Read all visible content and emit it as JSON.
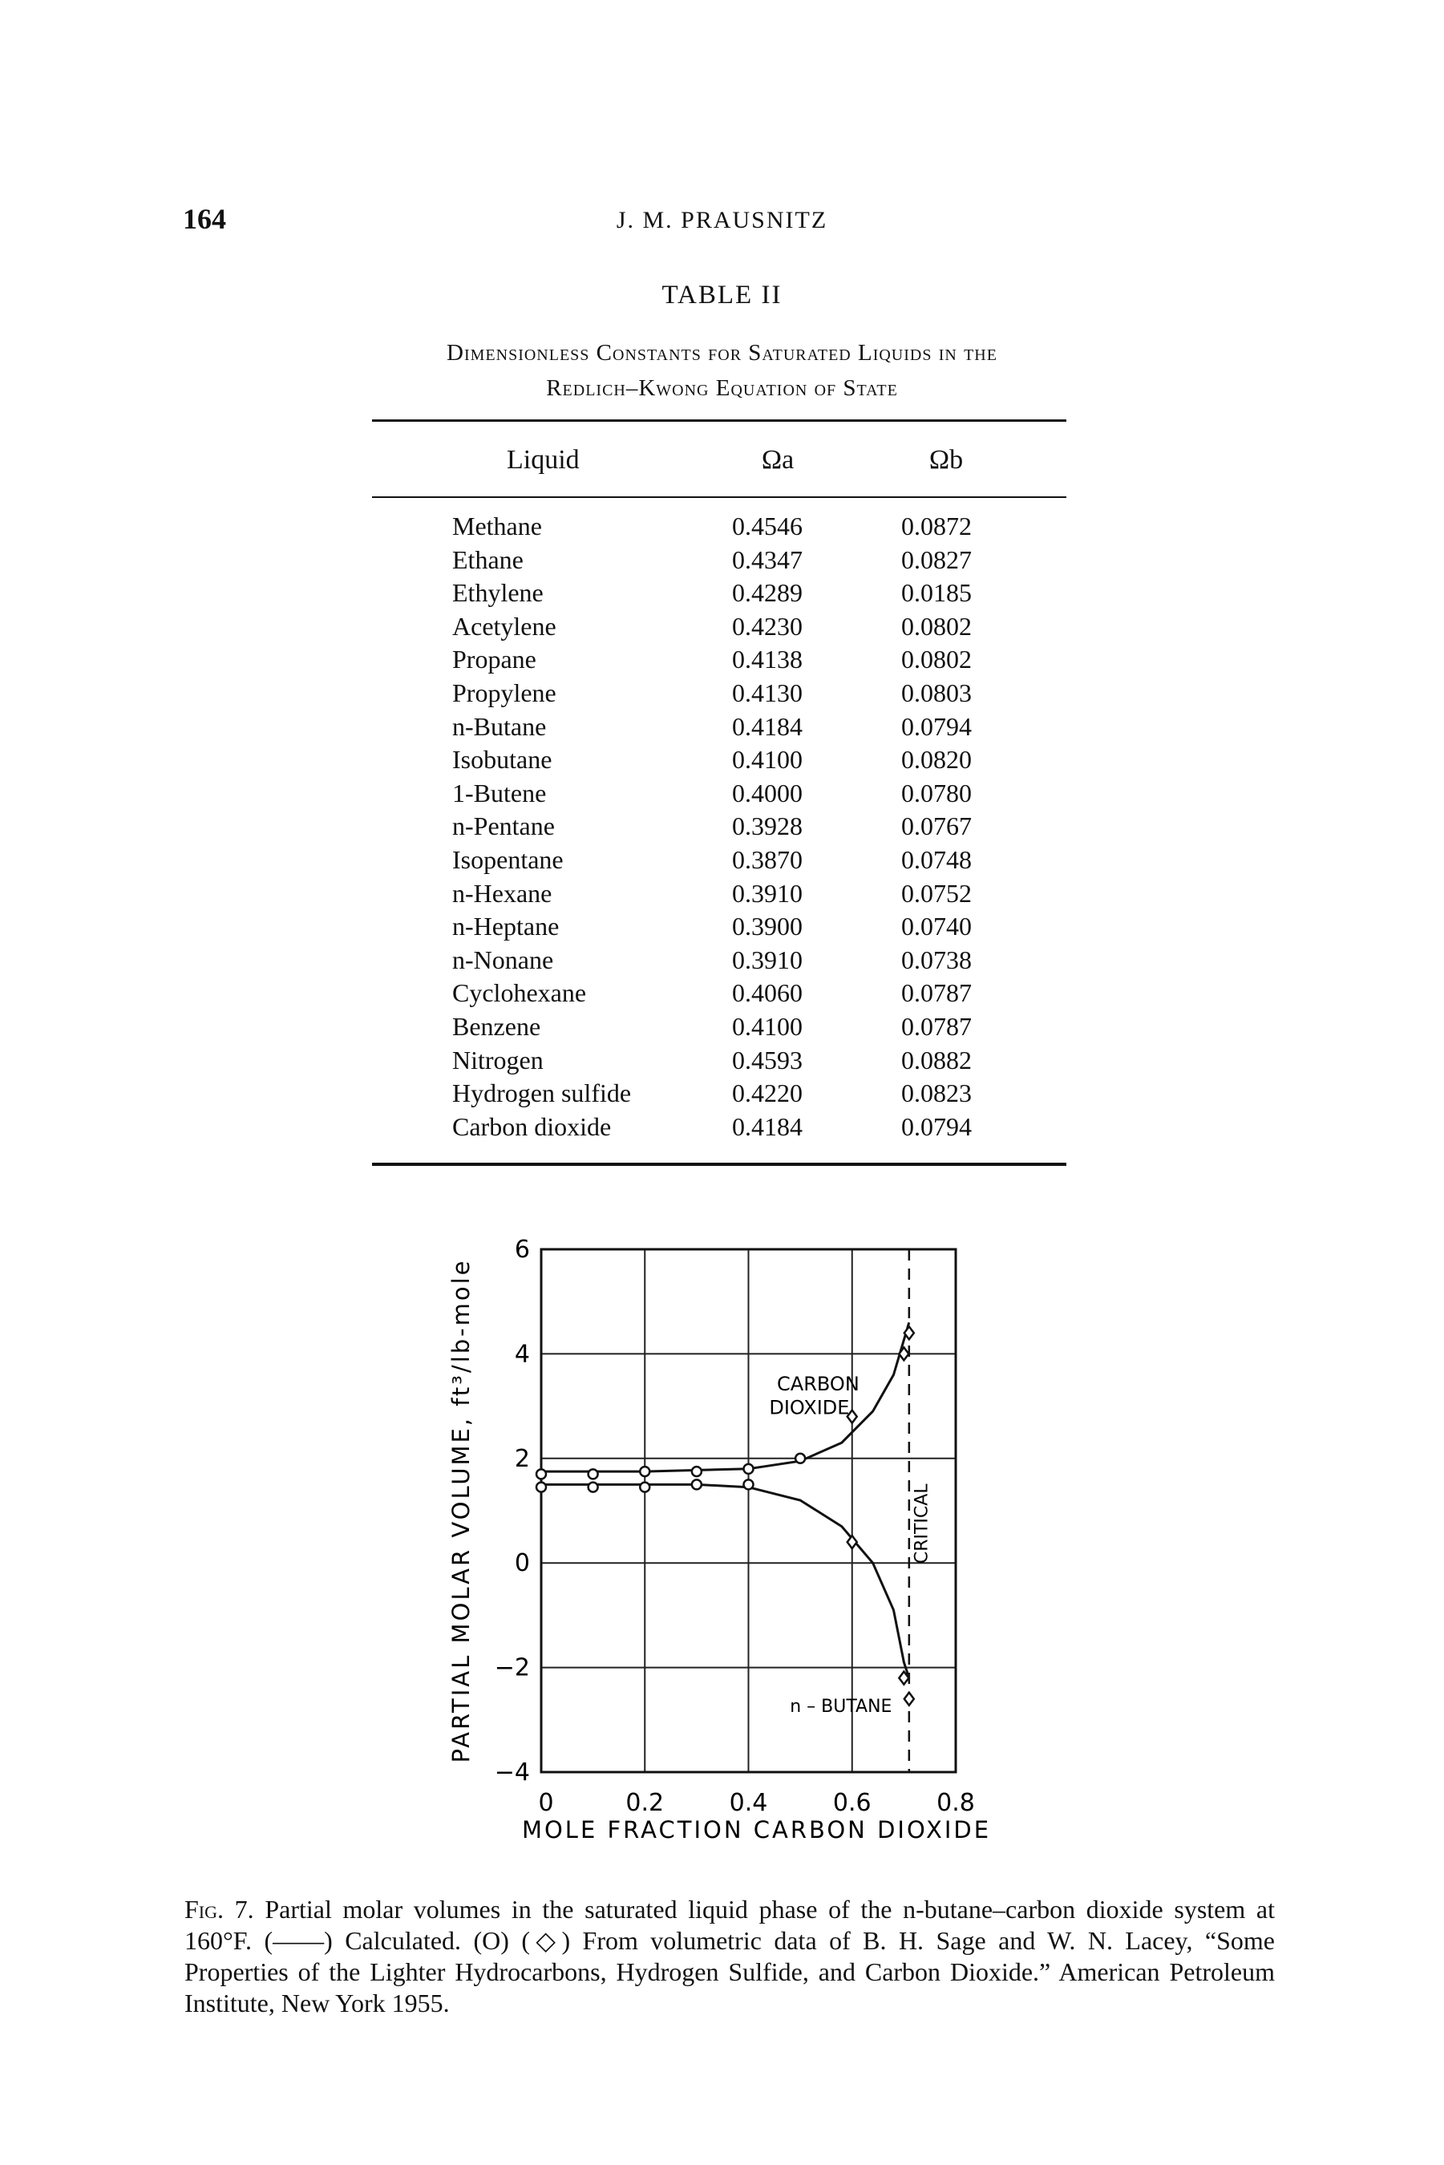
{
  "header": {
    "page_number": "164",
    "running_head": "J. M. PRAUSNITZ"
  },
  "table": {
    "label": "TABLE II",
    "caption_line1": "Dimensionless Constants for Saturated Liquids in the",
    "caption_line2": "Redlich–Kwong Equation of State",
    "columns": [
      "Liquid",
      "Ωa",
      "Ωb"
    ],
    "rows": [
      {
        "liquid": "Methane",
        "oa": "0.4546",
        "ob": "0.0872"
      },
      {
        "liquid": "Ethane",
        "oa": "0.4347",
        "ob": "0.0827"
      },
      {
        "liquid": "Ethylene",
        "oa": "0.4289",
        "ob": "0.0185"
      },
      {
        "liquid": "Acetylene",
        "oa": "0.4230",
        "ob": "0.0802"
      },
      {
        "liquid": "Propane",
        "oa": "0.4138",
        "ob": "0.0802"
      },
      {
        "liquid": "Propylene",
        "oa": "0.4130",
        "ob": "0.0803"
      },
      {
        "liquid": "n-Butane",
        "oa": "0.4184",
        "ob": "0.0794"
      },
      {
        "liquid": "Isobutane",
        "oa": "0.4100",
        "ob": "0.0820"
      },
      {
        "liquid": "1-Butene",
        "oa": "0.4000",
        "ob": "0.0780"
      },
      {
        "liquid": "n-Pentane",
        "oa": "0.3928",
        "ob": "0.0767"
      },
      {
        "liquid": "Isopentane",
        "oa": "0.3870",
        "ob": "0.0748"
      },
      {
        "liquid": "n-Hexane",
        "oa": "0.3910",
        "ob": "0.0752"
      },
      {
        "liquid": "n-Heptane",
        "oa": "0.3900",
        "ob": "0.0740"
      },
      {
        "liquid": "n-Nonane",
        "oa": "0.3910",
        "ob": "0.0738"
      },
      {
        "liquid": "Cyclohexane",
        "oa": "0.4060",
        "ob": "0.0787"
      },
      {
        "liquid": "Benzene",
        "oa": "0.4100",
        "ob": "0.0787"
      },
      {
        "liquid": "Nitrogen",
        "oa": "0.4593",
        "ob": "0.0882"
      },
      {
        "liquid": "Hydrogen sulfide",
        "oa": "0.4220",
        "ob": "0.0823"
      },
      {
        "liquid": "Carbon dioxide",
        "oa": "0.4184",
        "ob": "0.0794"
      }
    ]
  },
  "chart_data": {
    "type": "line",
    "title": "",
    "xlabel": "MOLE FRACTION CARBON DIOXIDE",
    "ylabel": "PARTIAL MOLAR VOLUME, ft³/lb-mole",
    "xlim": [
      0,
      0.8
    ],
    "ylim": [
      -4,
      6
    ],
    "x_ticks": [
      "0",
      "0.2",
      "0.4",
      "0.6",
      "0.8"
    ],
    "y_ticks": [
      "−4",
      "−2",
      "0",
      "2",
      "4",
      "6"
    ],
    "grid": true,
    "annotations": [
      "CARBON",
      "DIOXIDE",
      "n – BUTANE",
      "CRITICAL"
    ],
    "critical_x": 0.71,
    "series": [
      {
        "name": "CARBON DIOXIDE",
        "line": [
          [
            0,
            1.75
          ],
          [
            0.2,
            1.75
          ],
          [
            0.4,
            1.8
          ],
          [
            0.5,
            1.95
          ],
          [
            0.58,
            2.3
          ],
          [
            0.64,
            2.9
          ],
          [
            0.68,
            3.6
          ],
          [
            0.71,
            4.6
          ]
        ],
        "points_circle": [
          [
            0,
            1.7
          ],
          [
            0.1,
            1.7
          ],
          [
            0.2,
            1.75
          ],
          [
            0.3,
            1.75
          ],
          [
            0.4,
            1.8
          ],
          [
            0.5,
            2.0
          ]
        ],
        "points_diamond": [
          [
            0.6,
            2.8
          ],
          [
            0.7,
            4.0
          ],
          [
            0.71,
            4.4
          ]
        ]
      },
      {
        "name": "n – BUTANE",
        "line": [
          [
            0,
            1.5
          ],
          [
            0.2,
            1.5
          ],
          [
            0.3,
            1.5
          ],
          [
            0.4,
            1.45
          ],
          [
            0.5,
            1.2
          ],
          [
            0.58,
            0.7
          ],
          [
            0.64,
            0.0
          ],
          [
            0.68,
            -0.9
          ],
          [
            0.7,
            -1.9
          ],
          [
            0.71,
            -2.2
          ]
        ],
        "points_circle": [
          [
            0,
            1.45
          ],
          [
            0.1,
            1.45
          ],
          [
            0.2,
            1.45
          ],
          [
            0.3,
            1.5
          ],
          [
            0.4,
            1.5
          ]
        ],
        "points_diamond": [
          [
            0.6,
            0.4
          ],
          [
            0.7,
            -2.2
          ],
          [
            0.71,
            -2.6
          ]
        ]
      }
    ]
  },
  "figure_caption": {
    "label": "Fig. 7.",
    "text": "Partial molar volumes in the saturated liquid phase of the n-butane–carbon dioxide system at 160°F. (——) Calculated. (O) (◇) From volumetric data of B. H. Sage and W. N. Lacey, “Some Properties of the Lighter Hydrocarbons, Hydrogen Sulfide, and Carbon Dioxide.” American Petroleum Institute, New York 1955."
  }
}
